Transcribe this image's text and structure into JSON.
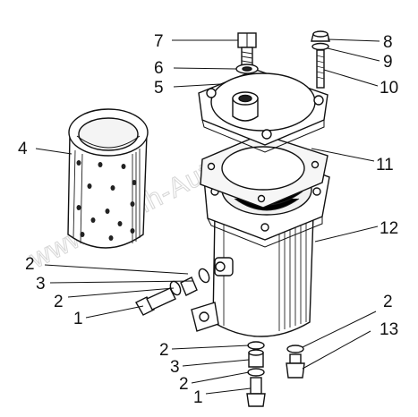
{
  "watermark": "www.Tinhih-Auto.kz",
  "callouts": {
    "c7": "7",
    "c8": "8",
    "c6": "6",
    "c9": "9",
    "c5": "5",
    "c10": "10",
    "c4": "4",
    "c11": "11",
    "c12": "12",
    "c2a": "2",
    "c3a": "3",
    "c2b": "2",
    "c1a": "1",
    "c2c": "2",
    "c13": "13",
    "c2d": "2",
    "c3b": "3",
    "c2e": "2",
    "c1b": "1"
  }
}
